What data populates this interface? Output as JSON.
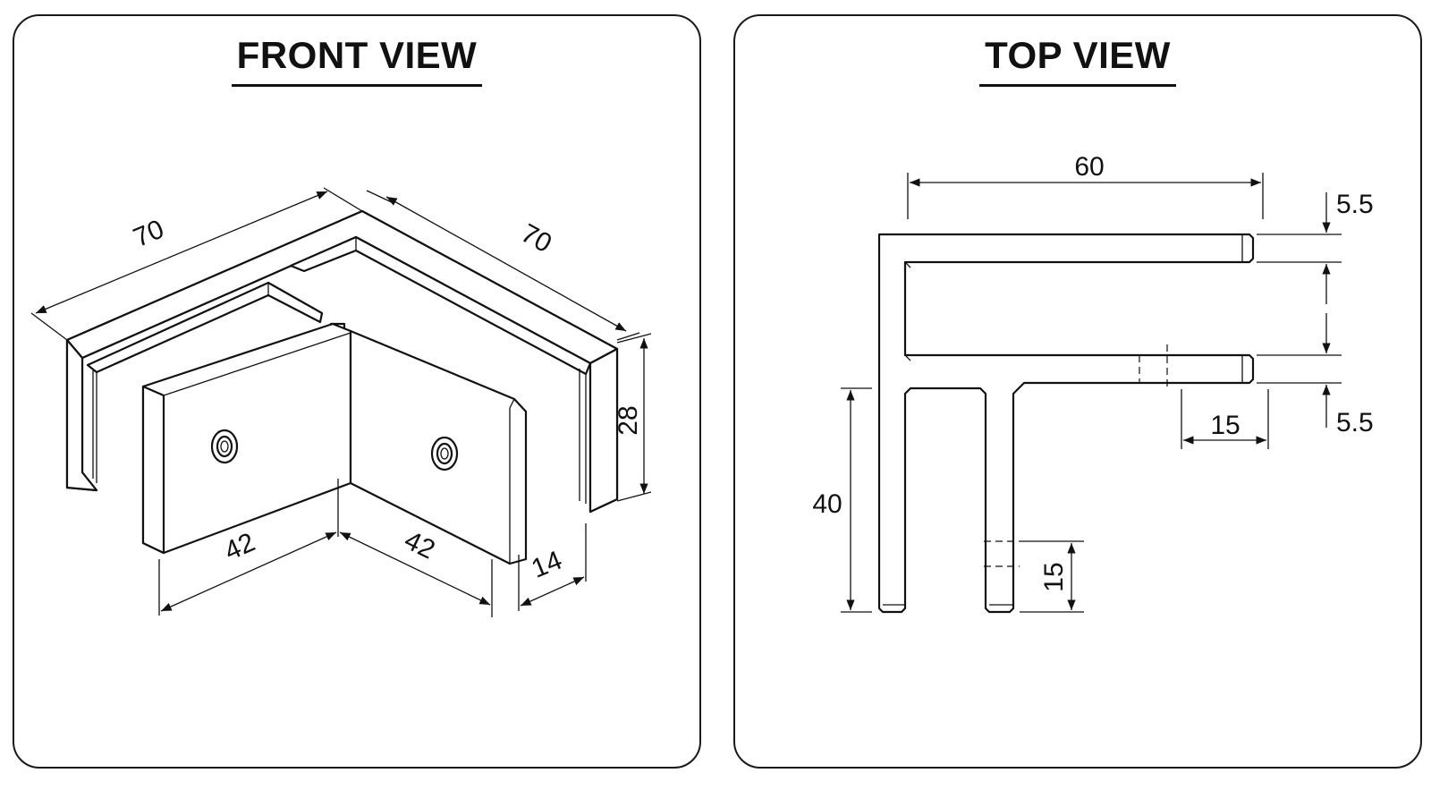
{
  "front_view": {
    "title": "FRONT VIEW",
    "dims": {
      "top_left_length": "70",
      "top_right_length": "70",
      "height": "28",
      "bottom_left_width": "42",
      "bottom_right_width": "42",
      "depth": "14"
    }
  },
  "top_view": {
    "title": "TOP VIEW",
    "dims": {
      "overall_width": "60",
      "top_wall": "5.5",
      "bottom_wall": "5.5",
      "right_slot_depth": "15",
      "vertical_length": "40",
      "bottom_slot_depth": "15"
    }
  },
  "colors": {
    "line": "#111111",
    "background": "#ffffff"
  }
}
